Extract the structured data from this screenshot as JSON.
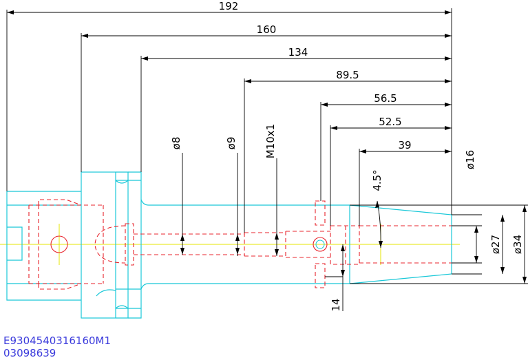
{
  "colors": {
    "outline": "#19c8d8",
    "hidden": "#e8242c",
    "centerline": "#e6e600",
    "dimension": "#000000",
    "reference_text": "#3a3adc"
  },
  "dimensions": {
    "len_192": "192",
    "len_160": "160",
    "len_134": "134",
    "len_89_5": "89.5",
    "len_56_5": "56.5",
    "len_52_5": "52.5",
    "len_39": "39",
    "len_14": "14",
    "dia_8": "ø8",
    "dia_9": "ø9",
    "thread": "M10x1",
    "dia_16": "ø16",
    "dia_27": "ø27",
    "dia_34": "ø34",
    "angle": "4.5°"
  },
  "reference": {
    "part_number": "E9304540316160M1",
    "order_number": "03098639"
  }
}
